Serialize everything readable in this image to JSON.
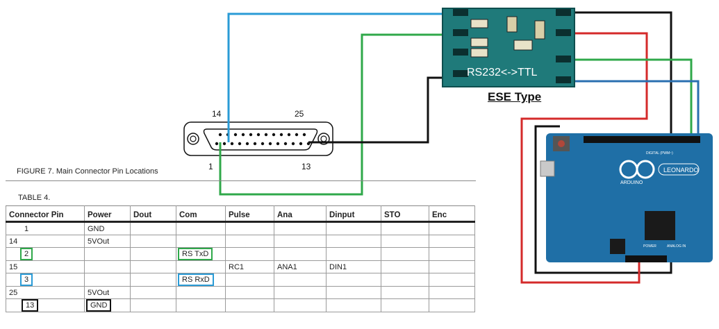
{
  "connector": {
    "label_pin14": "14",
    "label_pin25": "25",
    "label_pin1": "1",
    "label_pin13": "13"
  },
  "figure_caption": "FIGURE 7.  Main Connector Pin Locations",
  "table_caption": "TABLE 4.",
  "table": {
    "headers": [
      "Connector Pin",
      "Power",
      "Dout",
      "Com",
      "Pulse",
      "Ana",
      "Dinput",
      "STO",
      "Enc"
    ],
    "rows": [
      [
        "1",
        "GND",
        "",
        "",
        "",
        "",
        "",
        "",
        ""
      ],
      [
        "14",
        "5VOut",
        "",
        "",
        "",
        "",
        "",
        "",
        ""
      ],
      [
        "2",
        "",
        "",
        "RS TxD",
        "",
        "",
        "",
        "",
        ""
      ],
      [
        "15",
        "",
        "",
        "",
        "RC1",
        "ANA1",
        "DIN1",
        "",
        ""
      ],
      [
        "3",
        "",
        "",
        "RS RxD",
        "",
        "",
        "",
        "",
        ""
      ],
      [
        "25",
        "5VOut",
        "",
        "",
        "",
        "",
        "",
        "",
        ""
      ],
      [
        "13",
        "GND",
        "",
        "",
        "",
        "",
        "",
        "",
        ""
      ]
    ]
  },
  "module": {
    "board_text": "RS232<->TTL",
    "caption": "ESE Type"
  },
  "arduino": {
    "logo_text": "ARDUINO",
    "model": "LEONARDO",
    "header_text": "DIGITAL (PWM~)",
    "power_text": "POWER",
    "analog_text": "ANALOG IN"
  },
  "colors": {
    "wire_blue": "#2a9bd6",
    "wire_green": "#2fa84a",
    "wire_red": "#d42a2a",
    "wire_black": "#111111",
    "module_pcb": "#1f7a7a",
    "arduino_pcb": "#1f6fa6"
  }
}
